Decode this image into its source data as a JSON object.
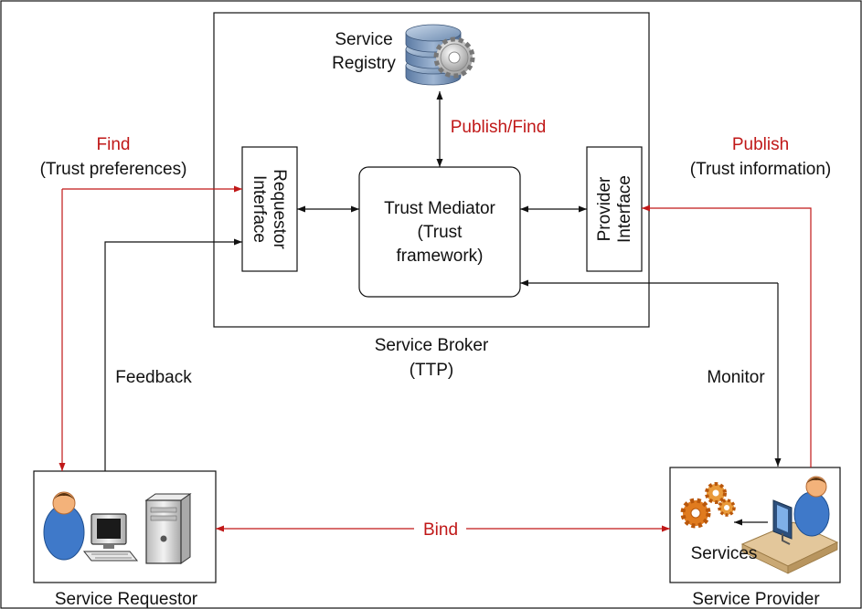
{
  "registry": {
    "line1": "Service",
    "line2": "Registry"
  },
  "publish_find": "Publish/Find",
  "find": {
    "label": "Find",
    "sub": "(Trust preferences)"
  },
  "publish": {
    "label": "Publish",
    "sub": "(Trust information)"
  },
  "requestor_interface": {
    "line1": "Requestor",
    "line2": "Interface"
  },
  "provider_interface": {
    "line1": "Provider",
    "line2": "Interface"
  },
  "mediator": {
    "line1": "Trust Mediator",
    "line2": "(Trust",
    "line3": "framework)"
  },
  "broker": {
    "line1": "Service Broker",
    "line2": "(TTP)"
  },
  "feedback": "Feedback",
  "monitor": "Monitor",
  "bind": "Bind",
  "services": "Services",
  "requestor": "Service Requestor",
  "provider": "Service Provider",
  "colors": {
    "accent_red": "#c01818",
    "line": "#111111"
  }
}
